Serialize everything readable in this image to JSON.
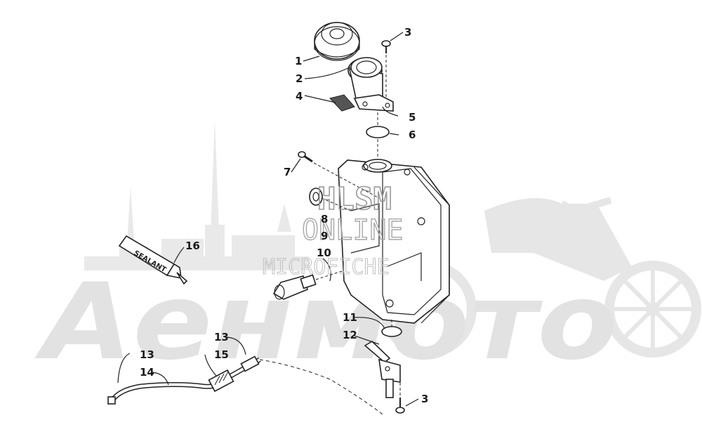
{
  "watermarks": {
    "background_logo": "Аенмото",
    "hlsm_line1": "HLSM",
    "hlsm_line2": "ONLINE",
    "hlsm_line3": "MICROFICHE"
  },
  "sealant_tube_text": "SEALANT",
  "callouts": [
    {
      "id": "c1",
      "label": "1"
    },
    {
      "id": "c2",
      "label": "2"
    },
    {
      "id": "c3a",
      "label": "3"
    },
    {
      "id": "c4",
      "label": "4"
    },
    {
      "id": "c5",
      "label": "5"
    },
    {
      "id": "c6",
      "label": "6"
    },
    {
      "id": "c7",
      "label": "7"
    },
    {
      "id": "c8",
      "label": "8"
    },
    {
      "id": "c9",
      "label": "9"
    },
    {
      "id": "c10",
      "label": "10"
    },
    {
      "id": "c11",
      "label": "11"
    },
    {
      "id": "c12",
      "label": "12"
    },
    {
      "id": "c13a",
      "label": "13"
    },
    {
      "id": "c13b",
      "label": "13"
    },
    {
      "id": "c14",
      "label": "14"
    },
    {
      "id": "c15",
      "label": "15"
    },
    {
      "id": "c16",
      "label": "16"
    },
    {
      "id": "c3b",
      "label": "3"
    }
  ]
}
